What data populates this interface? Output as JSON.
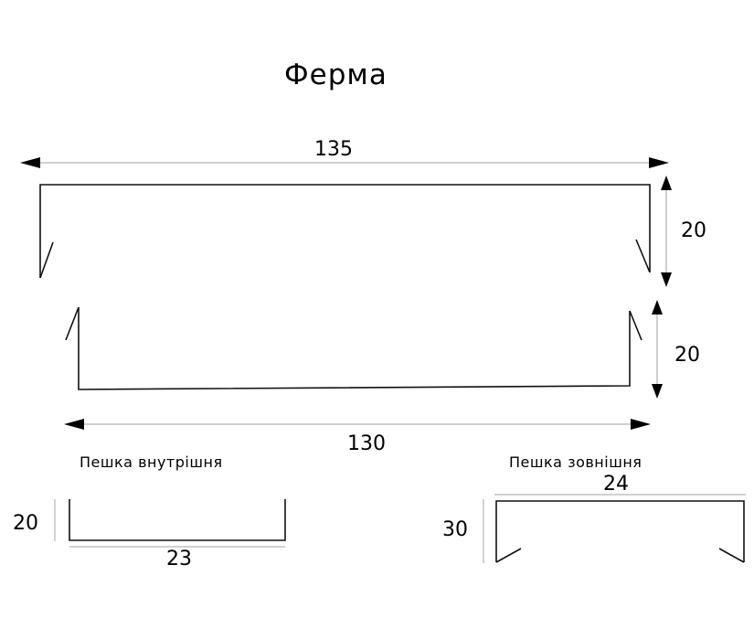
{
  "title": "Ферма",
  "truss_top": {
    "width_label": "135",
    "height_label": "20"
  },
  "truss_bottom": {
    "width_label": "130",
    "height_label": "20"
  },
  "inner_piece": {
    "caption": "Пешка внутрішня",
    "height_label": "20",
    "width_label": "23"
  },
  "outer_piece": {
    "caption": "Пешка зовнішня",
    "width_label": "24",
    "height_label": "30"
  },
  "colors": {
    "profile_line": "#111111",
    "dimension_line": "#b5b5b5",
    "arrow": "#000000"
  }
}
